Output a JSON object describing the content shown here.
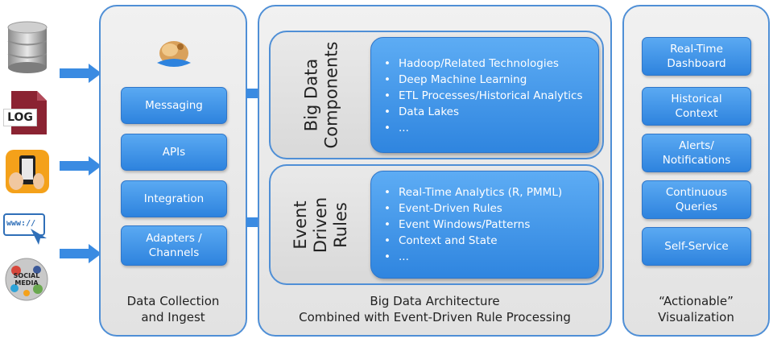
{
  "sources": [
    {
      "icon": "database-icon"
    },
    {
      "icon": "log-file-icon",
      "label": "LOG"
    },
    {
      "icon": "mobile-app-icon"
    },
    {
      "icon": "web-browser-icon",
      "label": "www://"
    },
    {
      "icon": "social-media-icon",
      "label": "SOCIAL MEDIA"
    }
  ],
  "ingest": {
    "buttons": [
      {
        "lines": [
          "Messaging"
        ]
      },
      {
        "lines": [
          "APIs"
        ]
      },
      {
        "lines": [
          "Integration"
        ]
      },
      {
        "lines": [
          "Adapters /",
          "Channels"
        ]
      }
    ],
    "caption": [
      "Data Collection",
      "and Ingest"
    ]
  },
  "architecture": {
    "components": {
      "title": [
        "Big Data",
        "Components"
      ],
      "items": [
        "Hadoop/Related Technologies",
        "Deep Machine Learning",
        "ETL Processes/Historical Analytics",
        "Data Lakes",
        "..."
      ]
    },
    "rules": {
      "title": [
        "Event",
        "Driven",
        "Rules"
      ],
      "items": [
        "Real-Time Analytics (R, PMML)",
        "Event-Driven Rules",
        "Event Windows/Patterns",
        "Context and State",
        "..."
      ]
    },
    "caption": [
      "Big Data Architecture",
      "Combined with Event-Driven Rule Processing"
    ]
  },
  "visualization": {
    "buttons": [
      {
        "lines": [
          "Real-Time",
          "Dashboard"
        ]
      },
      {
        "lines": [
          "Historical",
          "Context"
        ]
      },
      {
        "lines": [
          "Alerts/",
          "Notifications"
        ]
      },
      {
        "lines": [
          "Continuous",
          "Queries"
        ]
      },
      {
        "lines": [
          "Self-Service"
        ]
      }
    ],
    "caption": [
      "“Actionable”",
      "Visualization"
    ]
  },
  "colors": {
    "accent": "#3a8be2",
    "border": "#4f8fd6"
  }
}
